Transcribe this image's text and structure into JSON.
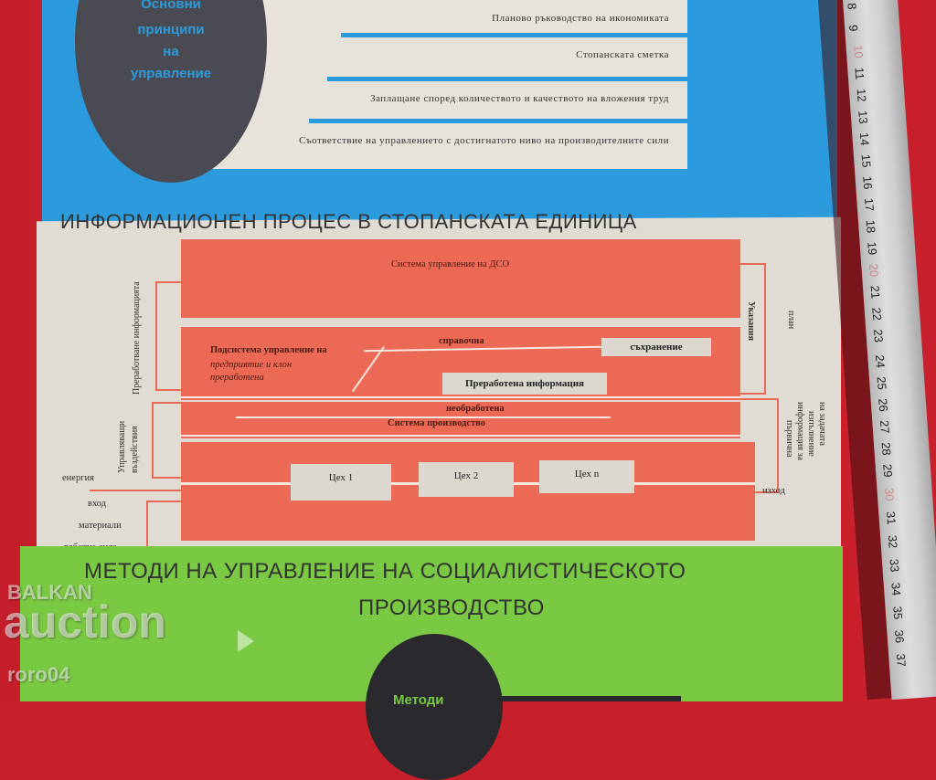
{
  "top_section": {
    "circle_lines": [
      "Основни",
      "принципи",
      "на",
      "управление"
    ],
    "principles": [
      "Планово ръководство на икономиката",
      "Стопанската сметка",
      "Заплащане според количеството и качеството на вложения труд",
      "Съответствие на управлението с достигнатото ниво на производителните сили"
    ]
  },
  "middle_section": {
    "title": "ИНФОРМАЦИОНЕН ПРОЦЕС В СТОПАНСКАТА ЕДИНИЦА",
    "dso_system": "Система управление на ДСО",
    "subsystem_line1": "Подсистема управление на",
    "subsystem_line2": "предприятие и клон",
    "subsystem_line3": "преработена",
    "reference": "справочна",
    "storage": "съхранение",
    "processed_info": "Преработена информация",
    "unprocessed": "необработена",
    "production_system": "Система производство",
    "workshops": [
      "Цех 1",
      "Цех 2",
      "Цех n"
    ],
    "left_vertical_top": "Преработване информацията",
    "left_vertical_bottom_1": "Управляващи",
    "left_vertical_bottom_2": "въздействия",
    "inputs": [
      "енергия",
      "вход",
      "материали",
      "работна сила"
    ],
    "right_vertical_1": "Указания",
    "right_vertical_2": "план",
    "right_vertical_3": "първична",
    "right_vertical_4": "информация за",
    "right_vertical_5": "изпълнение",
    "right_vertical_6": "на задачата",
    "output": "изход"
  },
  "bottom_section": {
    "title_line1": "МЕТОДИ НА УПРАВЛЕНИЕ  НА СОЦИАЛИСТИЧЕСКОТО",
    "title_line2": "ПРОИЗВОДСТВО",
    "circle_text": "Методи"
  },
  "ruler": {
    "marks": [
      "8",
      "9",
      "10",
      "11",
      "12",
      "13",
      "14",
      "15",
      "16",
      "17",
      "18",
      "19",
      "20",
      "21",
      "22",
      "23",
      "24",
      "25",
      "26",
      "27",
      "28",
      "29",
      "30",
      "31",
      "32",
      "33",
      "34",
      "35",
      "36",
      "37"
    ]
  },
  "watermark": {
    "brand_small": "BALKAN",
    "brand_large": "auction",
    "seller": "roro04"
  },
  "colors": {
    "blue": "#2b9bde",
    "salmon": "#ec6a55",
    "green": "#7ac943",
    "dark_circle": "#4a4a52",
    "red_backdrop": "#c8202a"
  }
}
